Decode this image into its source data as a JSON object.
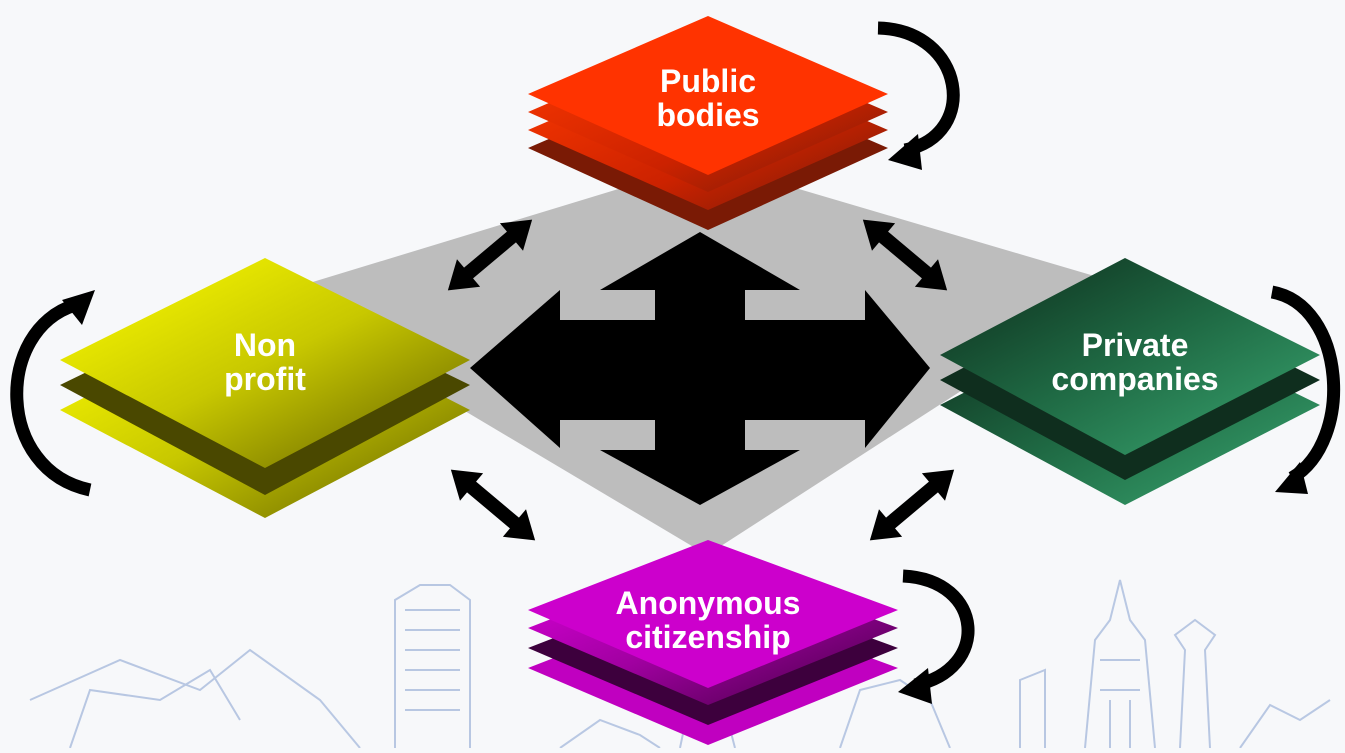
{
  "nodes": {
    "public": {
      "line1": "Public",
      "line2": "bodies",
      "color": "#ff3300",
      "dark": "#7a1a05"
    },
    "nonprofit": {
      "line1": "Non",
      "line2": "profit",
      "color": "#ffff00",
      "dark": "#6b6a00"
    },
    "private": {
      "line1": "Private",
      "line2": "companies",
      "color": "#2e9a63",
      "dark": "#123d27"
    },
    "anonymous": {
      "line1": "Anonymous",
      "line2": "citizenship",
      "color": "#cc00cc",
      "dark": "#4d004d"
    }
  },
  "colors": {
    "background": "#f7f8fa",
    "platform": "#bdbdbd",
    "arrows": "#000000",
    "sketch": "#9fb1d6"
  },
  "icons": {
    "center": "four-way-arrow-icon",
    "pair": "double-headed-arrow-icon",
    "loop": "curved-loop-arrow-icon"
  }
}
